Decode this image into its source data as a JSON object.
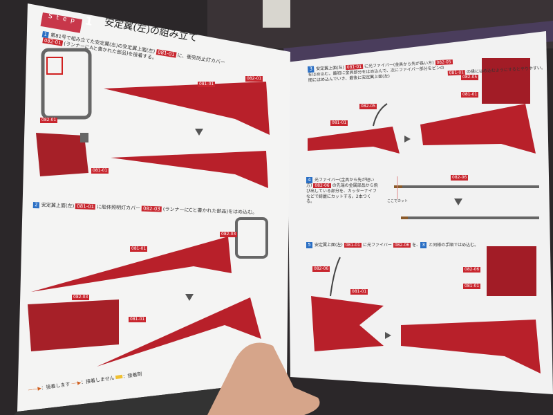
{
  "step": {
    "prefix": "Step",
    "number": "1",
    "title": "安定翼(左)の組み立て"
  },
  "left_page": {
    "instr1": {
      "num": "1",
      "line1": "第81号で組み立てた安定翼(左)の安定翼上面(左)",
      "tag1": "081-01",
      "line1b": "に、衝突防止灯カバー",
      "tag2": "082-01",
      "line2": "(ランナーにAと書かれた部品)を接着する。"
    },
    "instr2": {
      "num": "2",
      "text1": "安定翼上面(左)",
      "tag1": "081-01",
      "text2": "に船体照明灯カバー",
      "tag2": "082-03",
      "text3": "(ランナーにCと書かれた部品)をはめ込む。"
    },
    "labels": [
      "081-01",
      "082-01",
      "082-01",
      "081-01",
      "082-03",
      "081-01",
      "082-03",
      "081-01"
    ],
    "legend": {
      "glue": "：接着します",
      "noglue": "：接着しません",
      "adhesive": "：接着剤"
    }
  },
  "right_page": {
    "instr3": {
      "num": "3",
      "text1": "安定翼上面(左)",
      "tag1": "081-01",
      "text2": "に光ファイバー(金具から先が長い方)",
      "tag2": "082-05",
      "text3": "をはめ込む。最初に金具部分をはめ込んで、次にファイバー部分をピンの間にはめ込んでいき、最後に安定翼上面(左)",
      "tag3": "081-01",
      "text4": "の縁にはめ込むようにするとやりやすい。"
    },
    "instr4": {
      "num": "4",
      "text1": "光ファイバー(金具から先が短い方)",
      "tag1": "082-06",
      "text2": "の先端の金属部品から飛び出している部分を、カッターナイフなどで綺麗にカットする。2本つくる。"
    },
    "cut_label": "ここでカット",
    "instr5": {
      "num": "5",
      "text1": "安定翼上面(左)",
      "tag1": "081-01",
      "text2": "に光ファイバー",
      "tag2": "082-06",
      "text3": "を、",
      "ref": "3",
      "text4": "と同様の手順ではめ込む。"
    },
    "labels": [
      "082-05",
      "081-01",
      "082-05",
      "081-01",
      "082-06",
      "082-06",
      "081-01",
      "082-06",
      "081-01"
    ]
  },
  "colors": {
    "part_red": "#b8202a",
    "tag_red": "#c8262e",
    "step_blue": "#2a6fc4",
    "cover_purple": "#4a3d5c"
  }
}
